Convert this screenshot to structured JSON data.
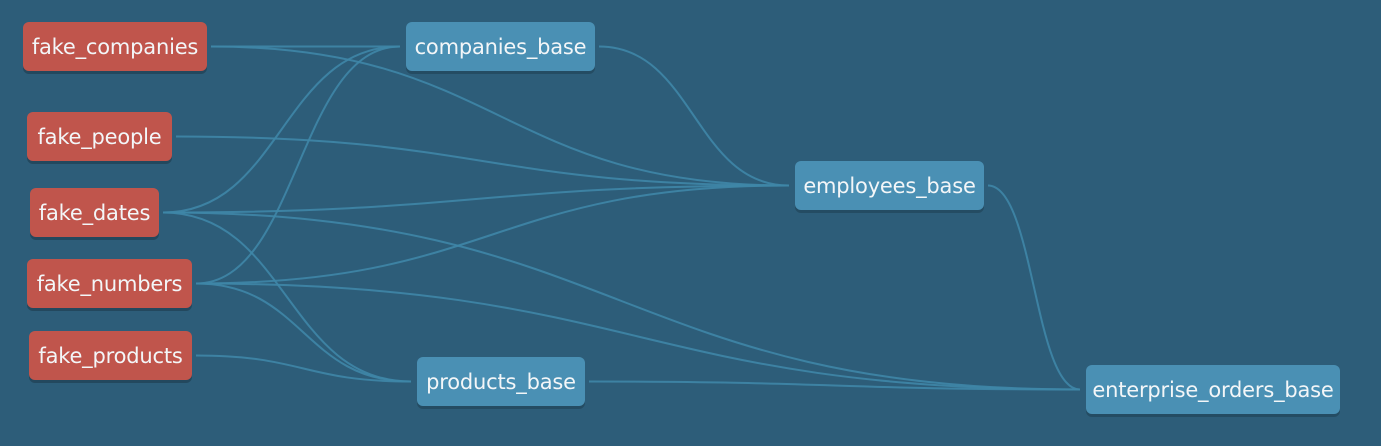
{
  "colors": {
    "background": "#2d5d79",
    "edge": "#3f87a8",
    "source_node": "#c0554c",
    "model_node": "#4a90b4",
    "node_text": "#f3f6f8"
  },
  "nodes": [
    {
      "id": "fake_companies",
      "label": "fake_companies",
      "kind": "source"
    },
    {
      "id": "fake_people",
      "label": "fake_people",
      "kind": "source"
    },
    {
      "id": "fake_dates",
      "label": "fake_dates",
      "kind": "source"
    },
    {
      "id": "fake_numbers",
      "label": "fake_numbers",
      "kind": "source"
    },
    {
      "id": "fake_products",
      "label": "fake_products",
      "kind": "source"
    },
    {
      "id": "companies_base",
      "label": "companies_base",
      "kind": "model"
    },
    {
      "id": "employees_base",
      "label": "employees_base",
      "kind": "model"
    },
    {
      "id": "products_base",
      "label": "products_base",
      "kind": "model"
    },
    {
      "id": "enterprise_orders_base",
      "label": "enterprise_orders_base",
      "kind": "model"
    }
  ],
  "edges": [
    {
      "from": "fake_companies",
      "to": "companies_base"
    },
    {
      "from": "fake_dates",
      "to": "companies_base"
    },
    {
      "from": "fake_numbers",
      "to": "companies_base"
    },
    {
      "from": "fake_companies",
      "to": "employees_base"
    },
    {
      "from": "fake_people",
      "to": "employees_base"
    },
    {
      "from": "fake_dates",
      "to": "employees_base"
    },
    {
      "from": "fake_numbers",
      "to": "employees_base"
    },
    {
      "from": "companies_base",
      "to": "employees_base"
    },
    {
      "from": "fake_products",
      "to": "products_base"
    },
    {
      "from": "fake_dates",
      "to": "products_base"
    },
    {
      "from": "fake_numbers",
      "to": "products_base"
    },
    {
      "from": "employees_base",
      "to": "enterprise_orders_base"
    },
    {
      "from": "products_base",
      "to": "enterprise_orders_base"
    },
    {
      "from": "fake_dates",
      "to": "enterprise_orders_base"
    },
    {
      "from": "fake_numbers",
      "to": "enterprise_orders_base"
    }
  ]
}
